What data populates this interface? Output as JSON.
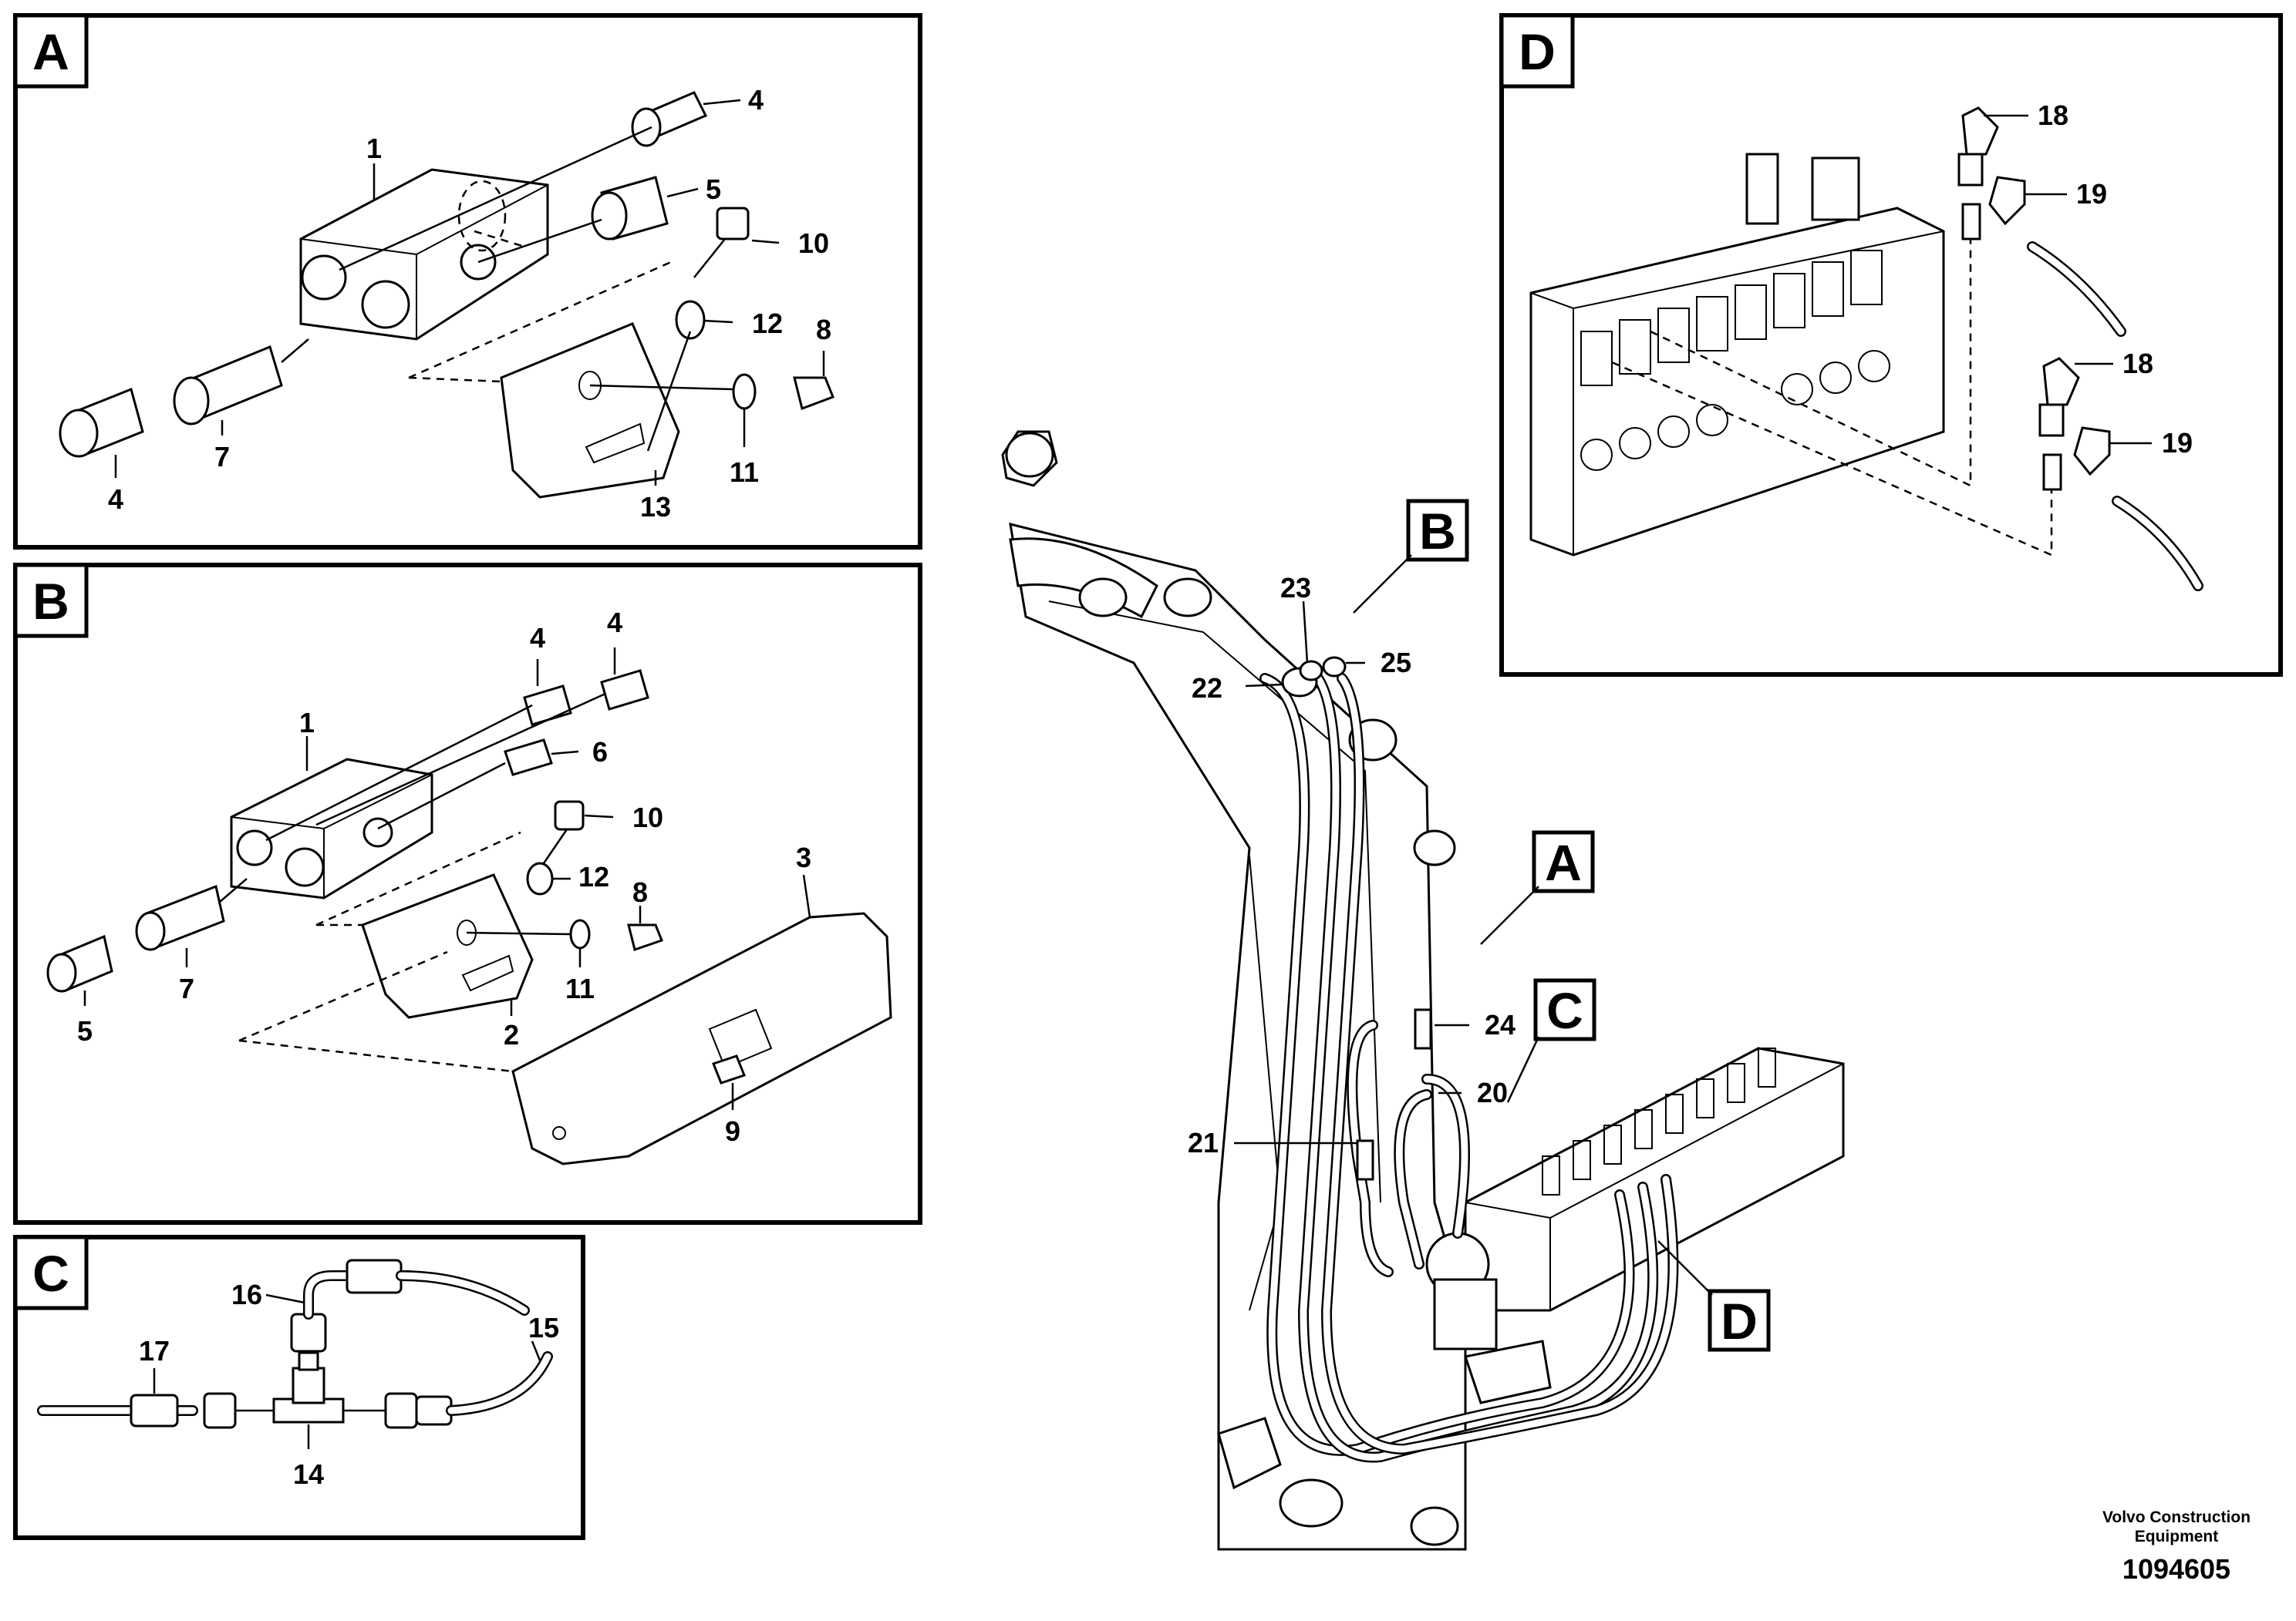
{
  "panels": {
    "A": {
      "tag": "A",
      "labels": {
        "p1": "1",
        "p4a": "4",
        "p4b": "4",
        "p5": "5",
        "p7": "7",
        "p8": "8",
        "p10": "10",
        "p11": "11",
        "p12": "12",
        "p13": "13"
      }
    },
    "B": {
      "tag": "B",
      "labels": {
        "p1": "1",
        "p2": "2",
        "p3": "3",
        "p4a": "4",
        "p4b": "4",
        "p5": "5",
        "p6": "6",
        "p7": "7",
        "p8": "8",
        "p9": "9",
        "p10": "10",
        "p11": "11",
        "p12": "12"
      }
    },
    "C": {
      "tag": "C",
      "labels": {
        "p14": "14",
        "p15": "15",
        "p16": "16",
        "p17": "17"
      }
    },
    "D": {
      "tag": "D",
      "labels": {
        "p18a": "18",
        "p18b": "18",
        "p19a": "19",
        "p19b": "19"
      }
    }
  },
  "main": {
    "callouts": {
      "A": "A",
      "B": "B",
      "C": "C",
      "D": "D"
    },
    "labels": {
      "p20": "20",
      "p21": "21",
      "p22": "22",
      "p23": "23",
      "p24": "24",
      "p25": "25"
    }
  },
  "footer": {
    "credit_line1": "Volvo Construction",
    "credit_line2": "Equipment",
    "doc_number": "1094605"
  }
}
